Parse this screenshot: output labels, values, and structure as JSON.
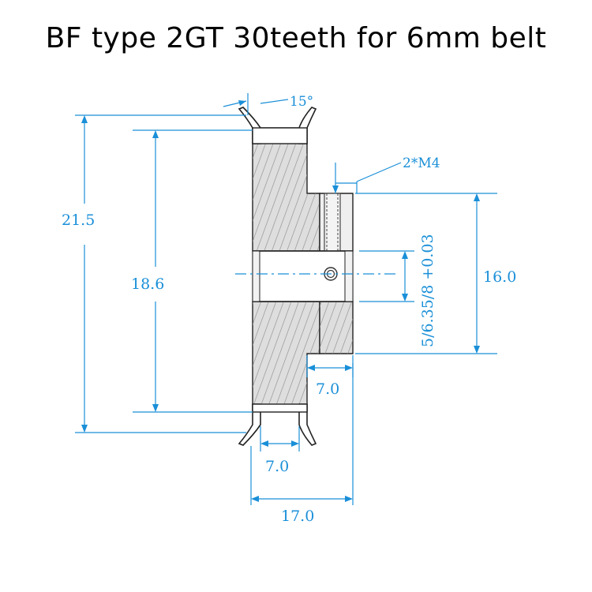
{
  "title": "BF type 2GT 30teeth for 6mm belt",
  "colors": {
    "dimension": "#1a8fd8",
    "outline": "#222222",
    "hatch": "#9a9a9a",
    "body_fill": "#dcdcdc",
    "text_black": "#000000"
  },
  "dimensions": {
    "tooth_angle": "15°",
    "set_screw": "2*M4",
    "outer_diameter": "21.5",
    "pitch_diameter": "18.6",
    "hub_diameter": "16.0",
    "bore": "5/6.35/8 +0.03",
    "hub_length": "7.0",
    "belt_width": "7.0",
    "total_length": "17.0"
  }
}
